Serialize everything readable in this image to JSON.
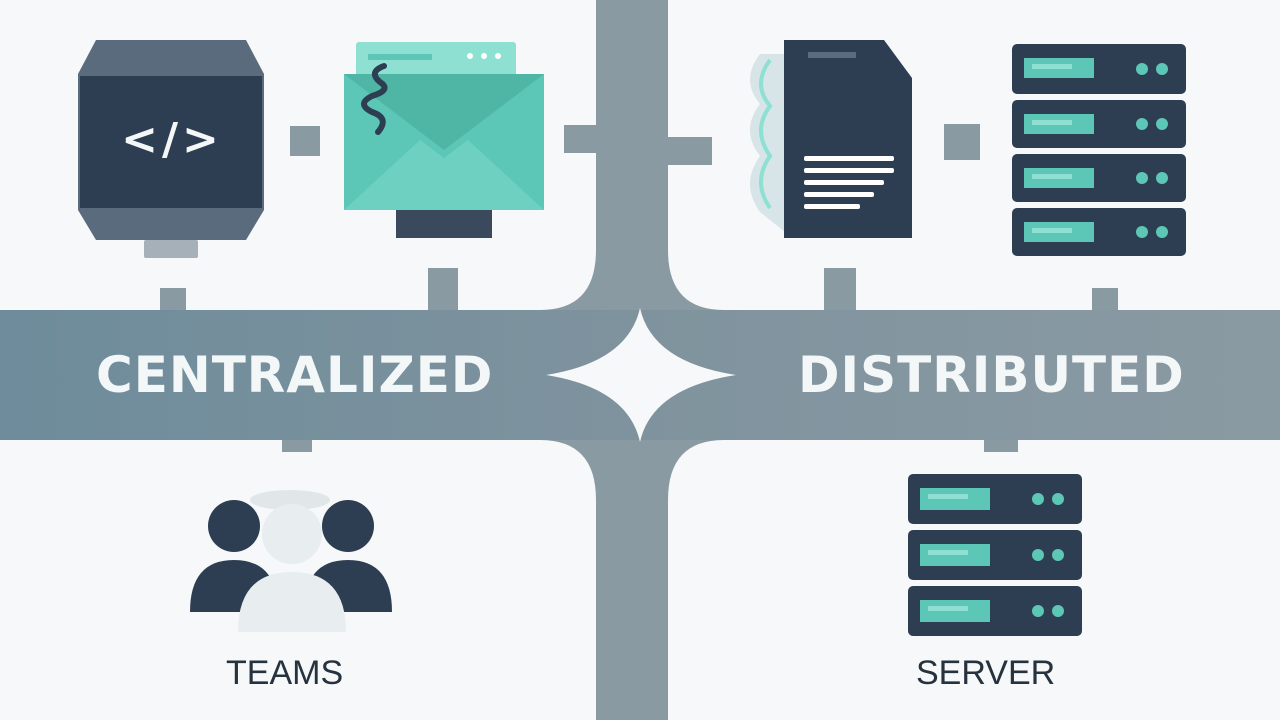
{
  "diagram": {
    "left_band_label": "CENTRALIZED",
    "right_band_label": "DISTRIBUTED",
    "bottom_left_caption": "TEAMS",
    "bottom_right_caption": "SERVER",
    "code_icon_glyph": "</>"
  },
  "colors": {
    "road": "#8a9aa3",
    "band_left": "#6f8d9c",
    "band_right": "#8797a0",
    "dark_navy": "#2e3e52",
    "teal": "#5cc7b6",
    "teal_light": "#8ee0d3",
    "background": "#f6f8f9"
  },
  "icons": {
    "code_window": "code-window-icon",
    "email": "envelope-icon",
    "document": "document-icon",
    "server_rack_top": "server-rack-icon",
    "teams": "team-people-icon",
    "server_rack_bottom": "server-rack-icon"
  }
}
